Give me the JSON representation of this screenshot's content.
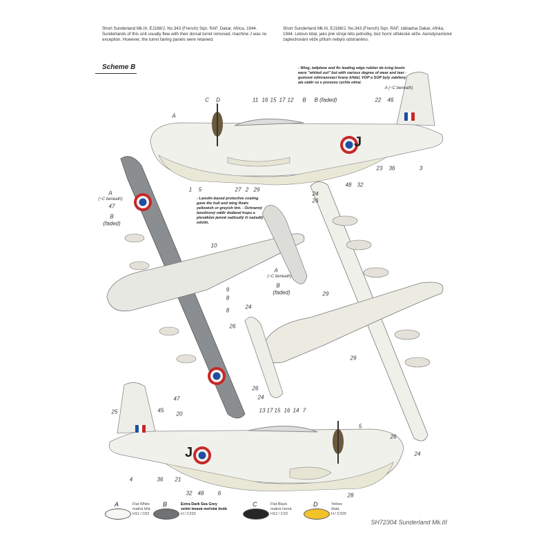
{
  "description": {
    "english": "Short Sunderland Mk.III, EJ168/J, No.343 (French) Sqn. RAF, Dakar, Africa, 1944. Sunderlands of this unit usually flew with their dorsal turret removed, machine J was no exception. However, the turret fairing panels were retained.",
    "czech": "Short Sunderland Mk.III, EJ168/J, No.343 (French) Sqn. RAF, základna Dakar, Afrika, 1944. Letoun létal, jako jiné stroje této jednotky, bez horní střelecké věže. Aerodynamické zaplechování věže přitom nebylo odstraněno."
  },
  "scheme_label": "Scheme B",
  "notes": {
    "deicing": "- Wing, tailplane and fin leading edge rubber de-icing boots were \"whited out\" but with various degree of wear and tear - gumové odmrazovací hrany křídel, VOP a SOP byly zabíleny, ale nátěr se v provozu rychle otíral.",
    "lanolin": "- Lanolin-based protective coating gave the hull and wing floats yellowish or greyish tint. - Ochranný lanolinový nátěr dodával trupu a plovákům jemně nažloutlý či našedlý odstín."
  },
  "code_letter": "J",
  "callouts": {
    "top_side": [
      "A",
      "C",
      "D",
      "11",
      "16",
      "15",
      "17",
      "12",
      "B",
      "B (faded)",
      "22",
      "A (~C beneath)",
      "46",
      "1",
      "5",
      "27",
      "2",
      "29",
      "48",
      "32",
      "23",
      "36",
      "3"
    ],
    "left_plan": [
      "A",
      "(~C beneath)",
      "47",
      "B",
      "(faded)",
      "10",
      "9",
      "8",
      "8",
      "47"
    ],
    "tail_plan": [
      "A",
      "(~C beneath)",
      "B",
      "(faded)"
    ],
    "right_plan": [
      "24",
      "26",
      "29",
      "24",
      "26",
      "29",
      "26",
      "24",
      "26",
      "24"
    ],
    "bottom_side": [
      "25",
      "45",
      "20",
      "13",
      "17",
      "15",
      "16",
      "14",
      "7",
      "5",
      "4",
      "36",
      "21",
      "32",
      "48",
      "6",
      "28"
    ]
  },
  "legend": [
    {
      "letter": "A",
      "name": "Flat White",
      "czech": "matná bílá",
      "code": "H11 / C62",
      "color": "#f6f6f2"
    },
    {
      "letter": "B",
      "name": "Extra Dark Sea Grey",
      "czech": "velmi tmavá mořská šedá",
      "code": "H / C333",
      "color": "#6f7173"
    },
    {
      "letter": "C",
      "name": "Flat Black",
      "czech": "matná černá",
      "code": "H12 / C33",
      "color": "#262626"
    },
    {
      "letter": "D",
      "name": "Yellow",
      "czech": "žlutá",
      "code": "H / C329",
      "color": "#f2c22a"
    }
  ],
  "footer": "SH72304 Sunderland Mk.III"
}
